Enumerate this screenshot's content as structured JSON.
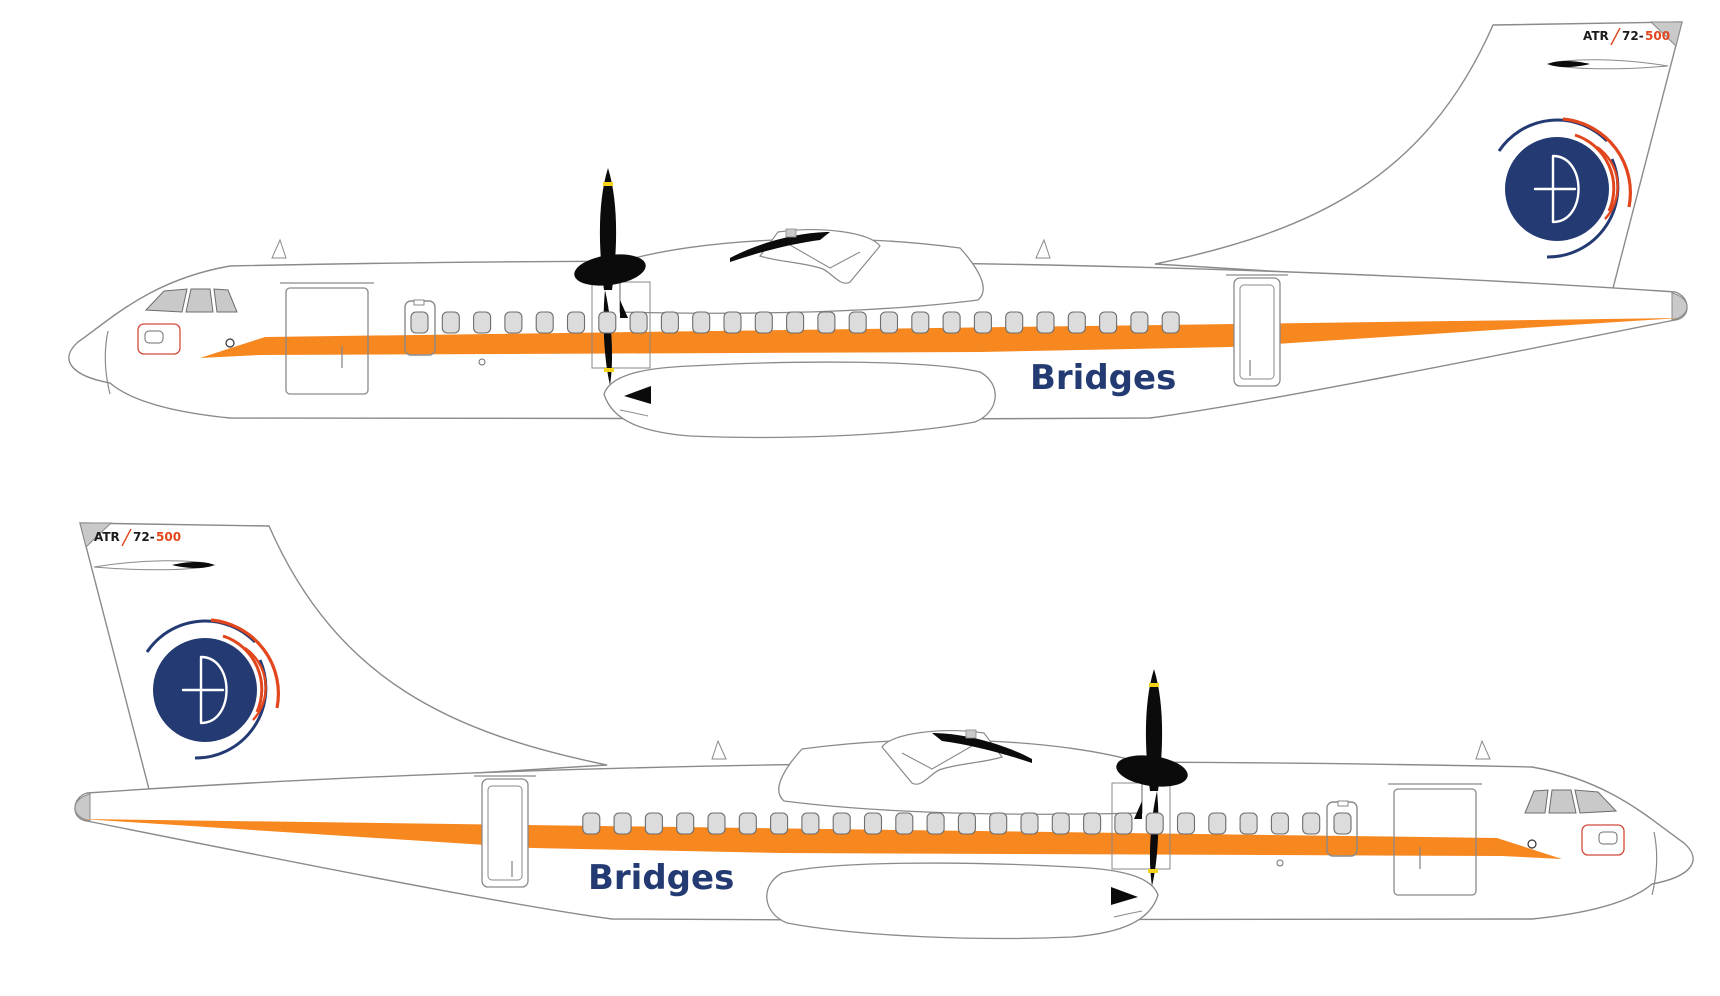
{
  "airline": {
    "name": "Bridges",
    "logo_name": "bridges-emblem"
  },
  "aircraft": {
    "model_prefix": "ATR",
    "model_series": "72-",
    "model_variant": "500"
  },
  "views": [
    {
      "name": "left-side-view",
      "nose_direction": "left"
    },
    {
      "name": "right-side-view",
      "nose_direction": "right"
    }
  ],
  "colors": {
    "navy": "#233a73",
    "orange": "#f7871f",
    "red_orange": "#e2461c",
    "outline": "#8a8a8a",
    "window": "#dcdcdc",
    "window_stroke": "#6d6d6d",
    "propeller": "#0b0b0b",
    "prop_tip": "#f3d21a",
    "cockpit": "#c9c9c9"
  }
}
